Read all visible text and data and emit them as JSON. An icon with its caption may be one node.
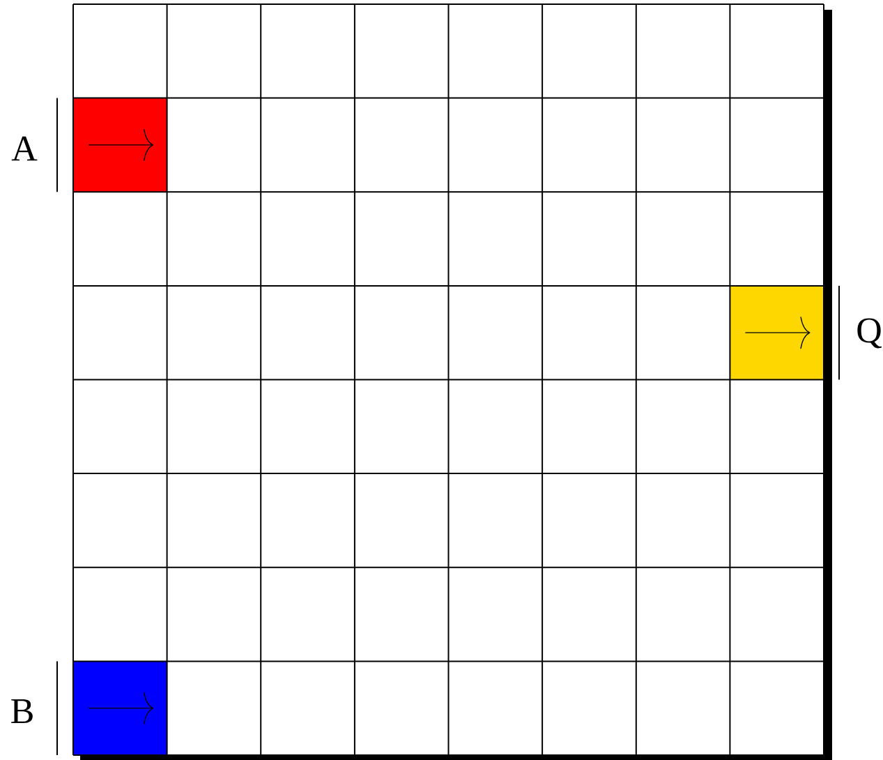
{
  "diagram": {
    "labels": [
      "A",
      "Q",
      "B"
    ]
  }
}
